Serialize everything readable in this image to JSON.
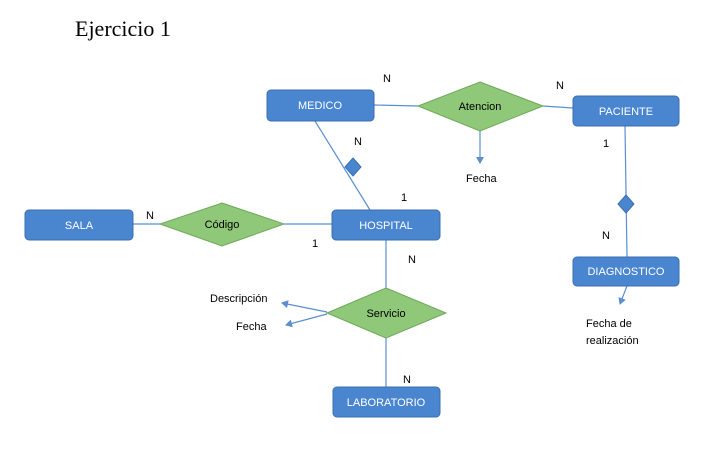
{
  "title": "Ejercicio 1",
  "colors": {
    "entity_fill": "#4a86d0",
    "entity_stroke": "#3a6fb0",
    "relation_fill": "#8fc879",
    "relation_stroke": "#6ea85a",
    "line": "#5b8fd0"
  },
  "entities": {
    "medico": "MEDICO",
    "paciente": "PACIENTE",
    "sala": "SALA",
    "hospital": "HOSPITAL",
    "diagnostico": "DIAGNOSTICO",
    "laboratorio": "LABORATORIO"
  },
  "relations": {
    "atencion": "Atencion",
    "codigo": "Código",
    "servicio": "Servicio"
  },
  "attributes": {
    "atencion_fecha": "Fecha",
    "servicio_descripcion": "Descripción",
    "servicio_fecha": "Fecha",
    "diagnostico_fecha_1": "Fecha de",
    "diagnostico_fecha_2": "realización"
  },
  "cardinalities": {
    "medico_atencion": "N",
    "paciente_atencion": "N",
    "medico_hospital": "N",
    "hospital_medico": "1",
    "sala_codigo": "N",
    "hospital_codigo": "1",
    "hospital_servicio": "N",
    "laboratorio_servicio": "N",
    "paciente_diagnostico": "1",
    "diagnostico_paciente": "N"
  }
}
